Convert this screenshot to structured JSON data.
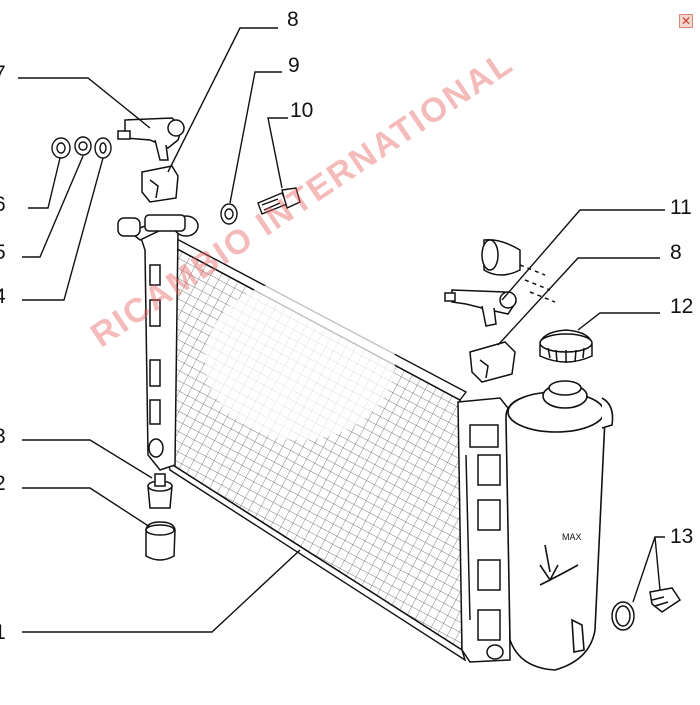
{
  "close_icon": {
    "icon": "close-icon",
    "glyph": "✕",
    "color": "#d0402c"
  },
  "watermark": {
    "text": "RICAMBIO INTERNATIONAL",
    "color": "#e65a5a"
  },
  "callouts": [
    {
      "id": "1",
      "label": "1"
    },
    {
      "id": "2",
      "label": "2"
    },
    {
      "id": "3",
      "label": "3"
    },
    {
      "id": "4",
      "label": "4"
    },
    {
      "id": "5",
      "label": "5"
    },
    {
      "id": "6",
      "label": "6"
    },
    {
      "id": "7",
      "label": "7"
    },
    {
      "id": "8a",
      "label": "8"
    },
    {
      "id": "9",
      "label": "9"
    },
    {
      "id": "10",
      "label": "10"
    },
    {
      "id": "11",
      "label": "11"
    },
    {
      "id": "8b",
      "label": "8"
    },
    {
      "id": "12",
      "label": "12"
    },
    {
      "id": "13",
      "label": "13"
    }
  ],
  "tank_marking": "MAX"
}
